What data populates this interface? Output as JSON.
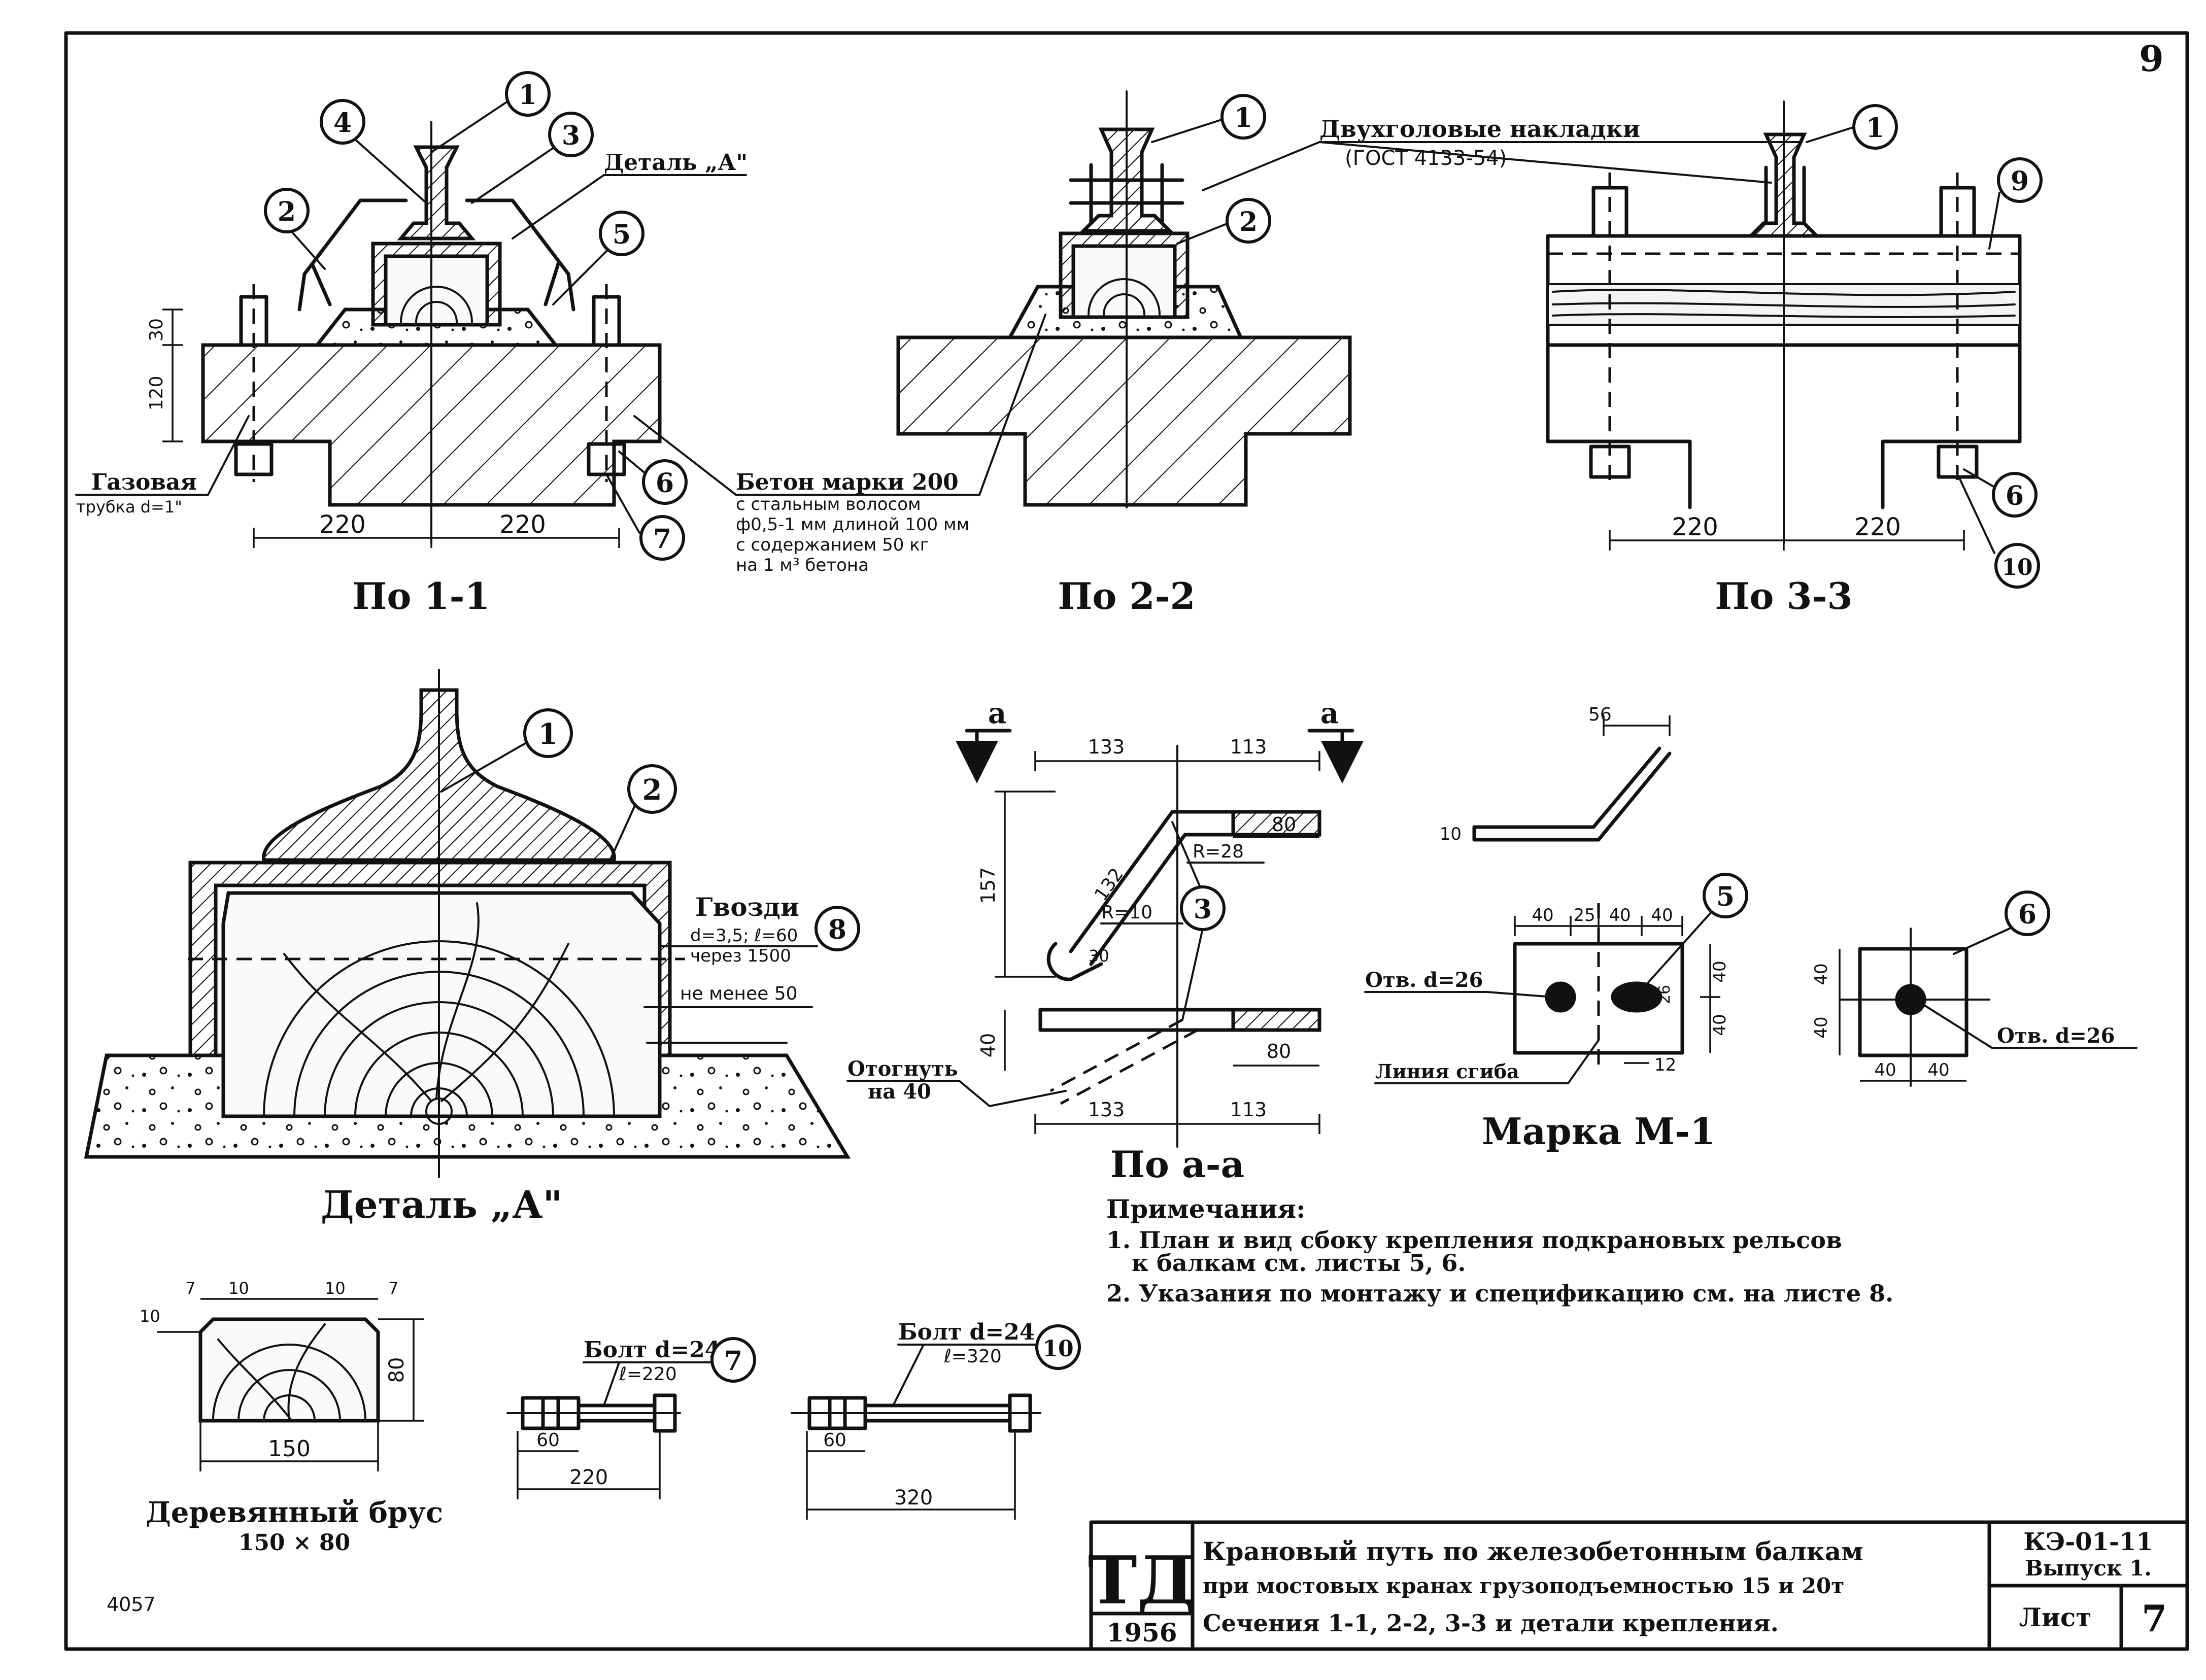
{
  "sheet_number": "9",
  "views": {
    "section_1_1": {
      "caption": "По 1-1"
    },
    "section_2_2": {
      "caption": "По 2-2"
    },
    "section_3_3": {
      "caption": "По 3-3"
    },
    "detail_a": {
      "caption": "Деталь „А\""
    },
    "view_a_a": {
      "caption": "По а-а"
    },
    "mark_m1": {
      "caption": "Марка М-1"
    },
    "timber_beam": {
      "caption_1": "Деревянный брус",
      "caption_2": "150 × 80"
    }
  },
  "callouts": [
    "1",
    "2",
    "3",
    "4",
    "5",
    "6",
    "7",
    "8",
    "9",
    "10"
  ],
  "labels": {
    "detail_a_ref": "Деталь „А\"",
    "gas_pipe_1": "Газовая",
    "gas_pipe_2": "трубка d=1\"",
    "concrete_1": "Бетон марки 200",
    "concrete_2": "с стальным волосом",
    "concrete_3": "ф0,5-1 мм длиной 100 мм",
    "concrete_4": "с содержанием 50 кг",
    "concrete_5": "на 1 м³ бетона",
    "fishplates_1": "Двухголовые накладки",
    "fishplates_2": "(ГОСТ 4133-54)",
    "nails_1": "Гвозди",
    "nails_2": "d=3,5; ℓ=60",
    "nails_3": "через 1500",
    "min_50": "не менее 50",
    "bend_1": "Отогнуть",
    "bend_2": "на 40",
    "hole_5": "Отв. d=26",
    "hole_6": "Отв. d=26",
    "fold_line": "Линия сгиба",
    "cut_a": "а",
    "bolt_7_1": "Болт d=24",
    "bolt_7_2": "ℓ=220",
    "bolt_10_1": "Болт d=24",
    "bolt_10_2": "ℓ=320",
    "r28": "R=28",
    "r10": "R=10"
  },
  "dimensions": {
    "s11_left": "220",
    "s11_right": "220",
    "s11_h30": "30",
    "s11_h120": "120",
    "s33_left": "220",
    "s33_right": "220",
    "aa_top_133": "133",
    "aa_top_113": "113",
    "aa_157": "157",
    "aa_80_a": "80",
    "aa_132": "132",
    "aa_30": "30",
    "aa_40": "40",
    "aa_80_b": "80",
    "aa_bot_133": "133",
    "aa_bot_113": "113",
    "m1_56": "56",
    "m1_10": "10",
    "m1_40a": "40",
    "m1_25": "25",
    "m1_40b": "40",
    "m1_40c": "40",
    "m1_26": "26",
    "m1_v40a": "40",
    "m1_v40b": "40",
    "m1_12": "12",
    "p6_v40a": "40",
    "p6_v40b": "40",
    "p6_h40a": "40",
    "p6_h40b": "40",
    "wb_7a": "7",
    "wb_10a": "10",
    "wb_10b": "10",
    "wb_7b": "7",
    "wb_10c": "10",
    "wb_150": "150",
    "wb_80": "80",
    "b7_60": "60",
    "b7_220": "220",
    "b10_60": "60",
    "b10_320": "320"
  },
  "notes": {
    "title": "Примечания:",
    "n1a": "1. План и вид сбоку крепления подкрановых рельсов",
    "n1b": "к балкам см. листы 5, 6.",
    "n2": "2. Указания по монтажу и спецификацию см. на листе 8."
  },
  "title_block": {
    "logo": "ТД",
    "year": "1956",
    "line1": "Крановый путь по железобетонным балкам",
    "line2": "при мостовых кранах грузоподъемностью 15 и 20т",
    "line3": "Сечения 1-1, 2-2, 3-3 и детали крепления.",
    "code": "КЭ-01-11",
    "issue": "Выпуск 1.",
    "sheet_label": "Лист",
    "sheet_no": "7"
  },
  "margin_note": "4057"
}
